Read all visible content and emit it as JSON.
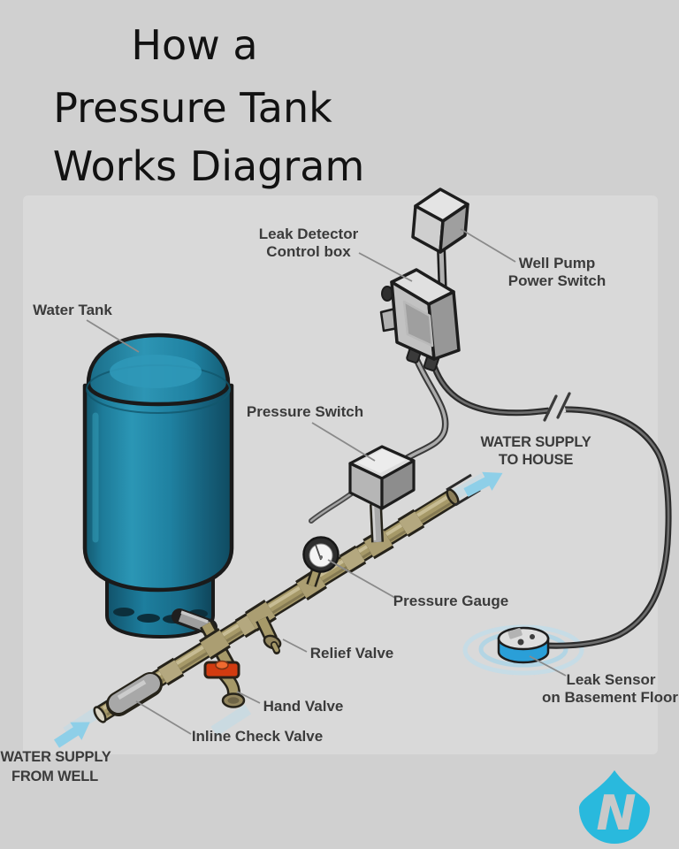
{
  "title": {
    "line1": "How a",
    "line2": "Pressure Tank",
    "line3": "Works Diagram"
  },
  "labels": {
    "water_tank": "Water Tank",
    "leak_detector_line1": "Leak Detector",
    "leak_detector_line2": "Control box",
    "well_pump_line1": "Well Pump",
    "well_pump_line2": "Power Switch",
    "pressure_switch": "Pressure Switch",
    "to_house_line1": "WATER SUPPLY",
    "to_house_line2": "TO HOUSE",
    "pressure_gauge": "Pressure Gauge",
    "relief_valve": "Relief Valve",
    "hand_valve": "Hand Valve",
    "inline_check_valve": "Inline Check Valve",
    "from_well_line1": "WATER SUPPLY",
    "from_well_line2": "FROM WELL",
    "leak_sensor_line1": "Leak Sensor",
    "leak_sensor_line2": "on Basement Floor"
  },
  "logo": {
    "letter": "N"
  },
  "colors": {
    "background": "#d0d0d0",
    "panel": "#d9d9d9",
    "tank_teal": "#1d7d9c",
    "tank_highlight": "#2f98b8",
    "tank_dark": "#0f4b61",
    "pipe_brass": "#a69968",
    "box_gray": "#c2c2c2",
    "cable_dark": "#2b2b2b",
    "sensor_blue": "#2a9fd8",
    "arrow_blue": "#8ecfe8",
    "logo_cyan": "#29b9dd",
    "handle_red": "#d23b10",
    "label_text": "#3b3b3b"
  }
}
